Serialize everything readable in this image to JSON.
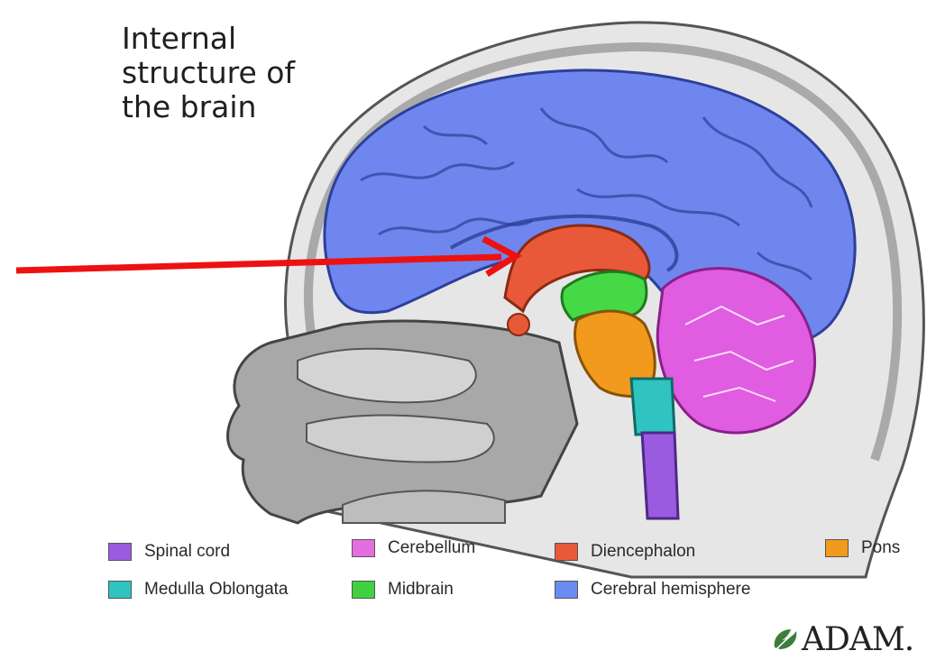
{
  "title": {
    "lines": [
      "Internal",
      "structure of",
      "the brain"
    ]
  },
  "legend": [
    {
      "label": "Spinal cord",
      "color": "#9b5be0"
    },
    {
      "label": "Cerebellum",
      "color": "#e46ee0"
    },
    {
      "label": "Diencephalon",
      "color": "#e8593a"
    },
    {
      "label": "Pons",
      "color": "#f29a1e"
    },
    {
      "label": "Medulla Oblongata",
      "color": "#2fc4c0"
    },
    {
      "label": "Midbrain",
      "color": "#3fd13f"
    },
    {
      "label": "Cerebral hemisphere",
      "color": "#6a8cf0"
    }
  ],
  "logo": {
    "text": "ADAM.",
    "icon": "leaf-logo-icon"
  },
  "arrow": {
    "color": "#ee1111",
    "icon": "pointer-arrow"
  },
  "colors": {
    "cerebrum": "#6f86ee",
    "diencephalon": "#e8593a",
    "midbrain": "#46d946",
    "pons": "#f29a1e",
    "medulla": "#2fc4c0",
    "spinal_cord": "#9b5be0",
    "cerebellum": "#e05ce0",
    "skull": "#c9c9c9",
    "face": "#9a9a9a"
  }
}
